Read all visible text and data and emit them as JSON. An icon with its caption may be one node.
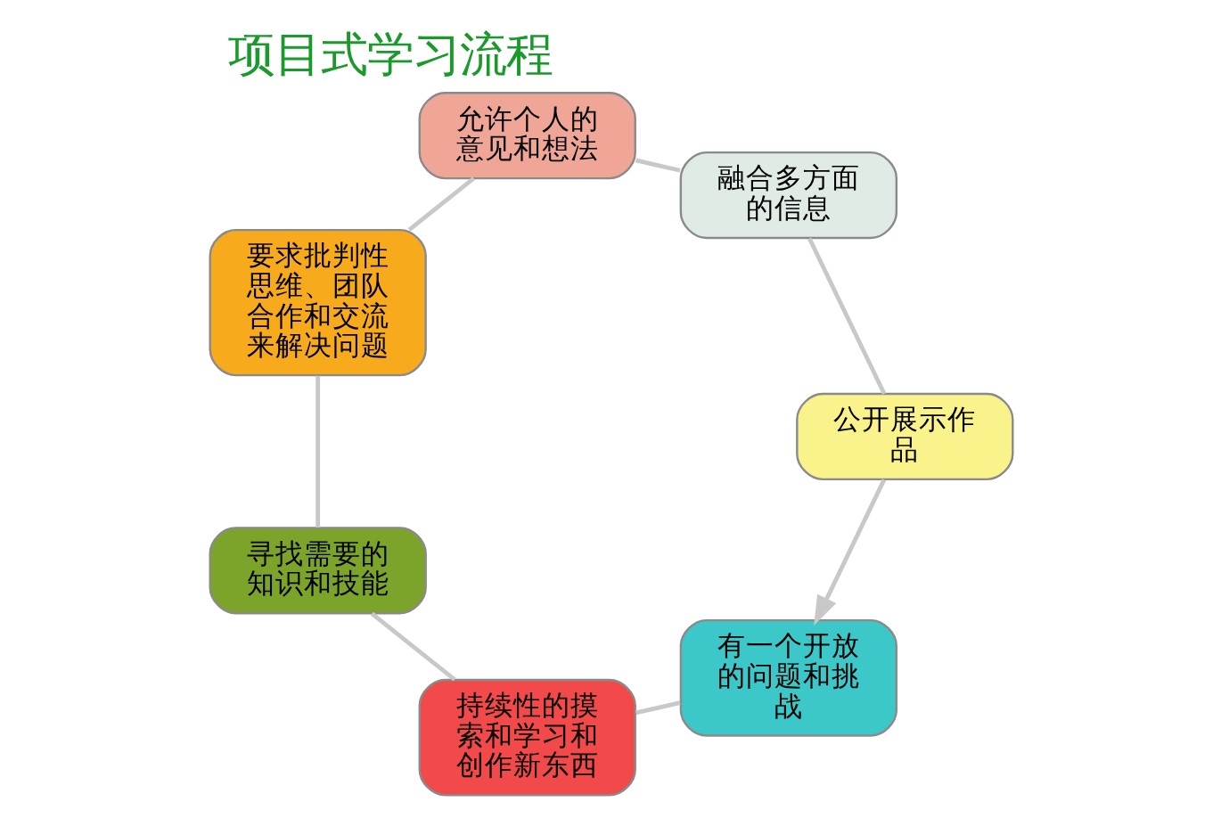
{
  "diagram": {
    "title": "项目式学习流程",
    "nodes": [
      {
        "text": [
          "有一个开放的问题和挑战"
        ]
      },
      {
        "text": [
          "持续性的摸索和学习和创作新东西"
        ]
      },
      {
        "text": [
          "寻找需要的知识和技能"
        ]
      },
      {
        "text": [
          "要求批判性思维、团队合作和交流来解决问题"
        ]
      },
      {
        "text": [
          "允许个人的意见和想法"
        ]
      },
      {
        "text": [
          "融合多方面的信息"
        ]
      },
      {
        "text": [
          "公开展示作品"
        ]
      }
    ],
    "edges": [
      {
        "from": 0,
        "to": 1,
        "arrow": "none"
      },
      {
        "from": 1,
        "to": 2,
        "arrow": "none"
      },
      {
        "from": 2,
        "to": 3,
        "arrow": "none"
      },
      {
        "from": 3,
        "to": 4,
        "arrow": "none"
      },
      {
        "from": 4,
        "to": 5,
        "arrow": "none"
      },
      {
        "from": 5,
        "to": 6,
        "arrow": "none"
      },
      {
        "from": 6,
        "to": 0,
        "arrow": "to"
      }
    ]
  }
}
